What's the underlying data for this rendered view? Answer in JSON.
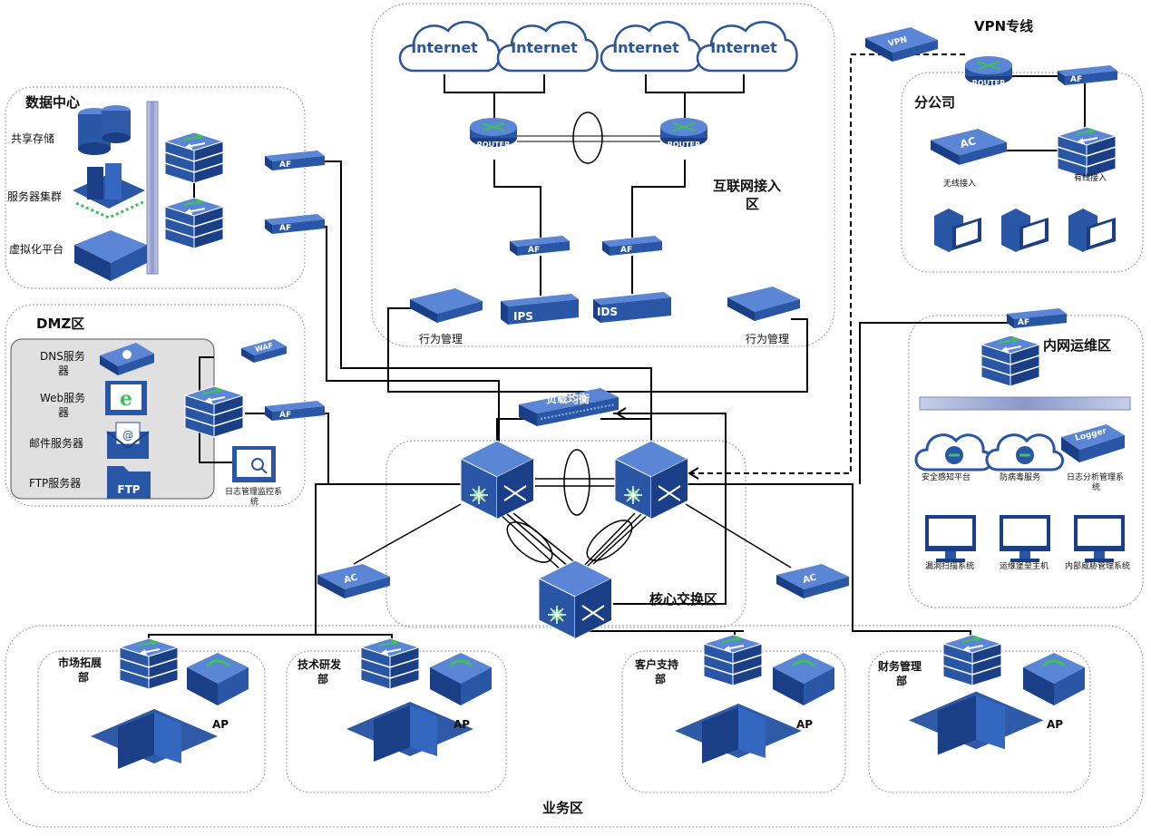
{
  "zones": {
    "datacenter": "数据中心",
    "dmz": "DMZ区",
    "internet_access_line1": "互联网接入",
    "internet_access_line2": "区",
    "vpn": "VPN专线",
    "branch": "分公司",
    "ops": "内网运维区",
    "core": "核心交换区",
    "business": "业务区"
  },
  "clouds": [
    "Internet",
    "Internet",
    "Internet",
    "Internet"
  ],
  "device_tags": {
    "af": "AF",
    "router": "ROUTER",
    "ips": "IPS",
    "ids": "IDS",
    "ac": "AC",
    "ap": "AP",
    "vpn": "VPN",
    "waf": "WAF",
    "ftp": "FTP",
    "logger": "Logger",
    "load_balancer": "负载均衡"
  },
  "datacenter_items": [
    "共享存储",
    "服务器集群",
    "虚拟化平台"
  ],
  "dmz_items": {
    "dns_line1": "DNS服务",
    "dns_line2": "器",
    "web_line1": "Web服务",
    "web_line2": "器",
    "mail": "邮件服务器",
    "ftp": "FTP服务器",
    "log_line1": "日志管理监控系",
    "log_line2": "统"
  },
  "behavior_mgmt": "行为管理",
  "branch_labels": {
    "wireless": "无线接入",
    "wired": "有线接入"
  },
  "ops_items": [
    "安全感知平台",
    "防病毒服务",
    "日志分析管理系",
    "统",
    "漏洞扫描系统",
    "运维堡垒主机",
    "内部威胁管理系统"
  ],
  "departments": [
    {
      "line1": "市场拓展",
      "line2": "部"
    },
    {
      "line1": "技术研发",
      "line2": "部"
    },
    {
      "line1": "客户支持",
      "line2": "部"
    },
    {
      "line1": "财务管理",
      "line2": "部"
    }
  ],
  "colors": {
    "device_blue": "#2f5aa8",
    "device_dark": "#1b3f86",
    "device_light": "#5b86d6",
    "cloud_fill": "#ffffff",
    "cloud_stroke": "#2a5598",
    "cloud_text": "#2a5598",
    "zone_border": "#999999",
    "line": "#000000",
    "green_accent": "#3fbf5f"
  }
}
